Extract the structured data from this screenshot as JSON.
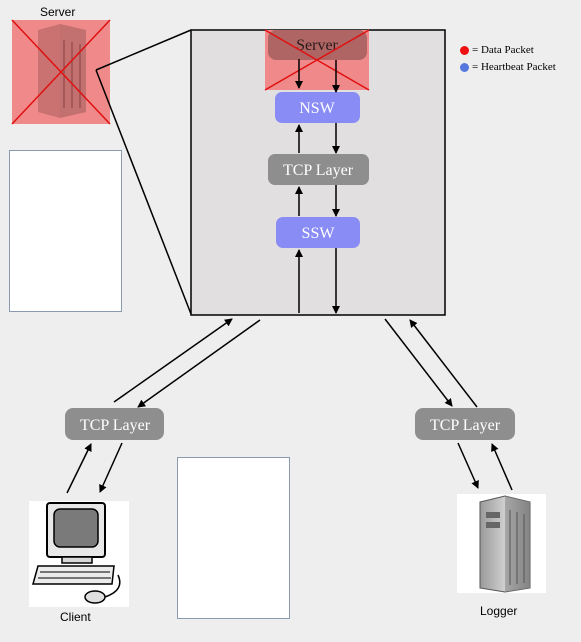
{
  "labels": {
    "server_top": "Server",
    "client": "Client",
    "logger": "Logger"
  },
  "zoom": {
    "server": "Server",
    "nsw": "NSW",
    "tcp": "TCP Layer",
    "ssw": "SSW"
  },
  "tcp_left": "TCP Layer",
  "tcp_right": "TCP Layer",
  "legend": [
    {
      "label": "= Data Packet",
      "color": "#ee1111"
    },
    {
      "label": "= Heartbeat Packet",
      "color": "#5577dd"
    }
  ],
  "colors": {
    "failed_overlay": "#f08080",
    "blue_box": "#8a8cf5",
    "gray_box": "#8e8e8e",
    "zoom_bg": "#e2dfe0"
  }
}
